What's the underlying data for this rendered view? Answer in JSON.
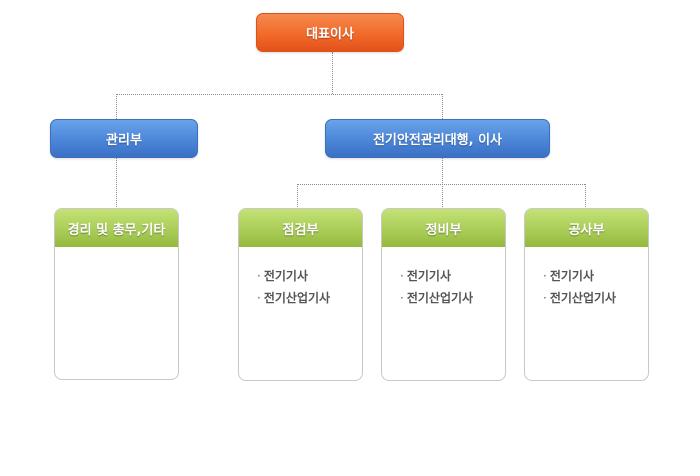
{
  "chart": {
    "ceo": {
      "label": "대표이사"
    },
    "departments": [
      {
        "label": "관리부"
      },
      {
        "label": "전기안전관리대행, 이사"
      }
    ],
    "teams": [
      {
        "label": "경리 및 총무,기타",
        "items": []
      },
      {
        "label": "점검부",
        "items": [
          "전기기사",
          "전기산업기사"
        ]
      },
      {
        "label": "정비부",
        "items": [
          "전기기사",
          "전기산업기사"
        ]
      },
      {
        "label": "공사부",
        "items": [
          "전기기사",
          "전기산업기사"
        ]
      }
    ],
    "bullet": "·"
  },
  "colors": {
    "ceo": "#f26a2a",
    "department": "#4b86d8",
    "team_header": "#aacd58",
    "connector": "#8a8a8a"
  }
}
